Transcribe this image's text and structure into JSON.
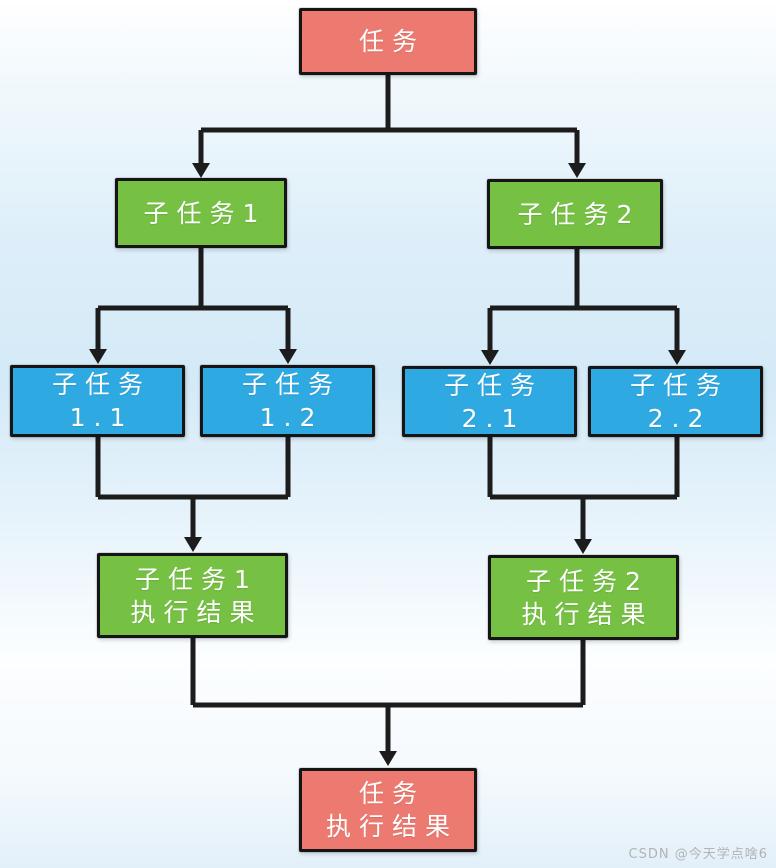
{
  "diagram": {
    "title_hint": "fork-join task decomposition flowchart",
    "colors": {
      "task_fill": "#ED7A70",
      "subtask_fill": "#76C044",
      "leaf_fill": "#2FA9E1",
      "node_border": "#151515",
      "connector": "#1C1C1C",
      "node_text": "#FFFFFF",
      "background_tint": "#D4EAF7"
    },
    "nodes": {
      "task": {
        "lines": [
          "任务"
        ]
      },
      "subtask1": {
        "lines": [
          "子任务1"
        ]
      },
      "subtask2": {
        "lines": [
          "子任务2"
        ]
      },
      "subtask11": {
        "lines": [
          "子任务",
          "1.1"
        ]
      },
      "subtask12": {
        "lines": [
          "子任务",
          "1.2"
        ]
      },
      "subtask21": {
        "lines": [
          "子任务",
          "2.1"
        ]
      },
      "subtask22": {
        "lines": [
          "子任务",
          "2.2"
        ]
      },
      "result1": {
        "lines": [
          "子任务1",
          "执行结果"
        ]
      },
      "result2": {
        "lines": [
          "子任务2",
          "执行结果"
        ]
      },
      "result": {
        "lines": [
          "任务",
          "执行结果"
        ]
      }
    },
    "edges": [
      "任务 → 子任务1",
      "任务 → 子任务2",
      "子任务1 → 子任务1.1",
      "子任务1 → 子任务1.2",
      "子任务2 → 子任务2.1",
      "子任务2 → 子任务2.2",
      "子任务1.1 + 子任务1.2 → 子任务1执行结果",
      "子任务2.1 + 子任务2.2 → 子任务2执行结果",
      "子任务1执行结果 + 子任务2执行结果 → 任务执行结果"
    ]
  },
  "watermark": "CSDN @今天学点啥6"
}
